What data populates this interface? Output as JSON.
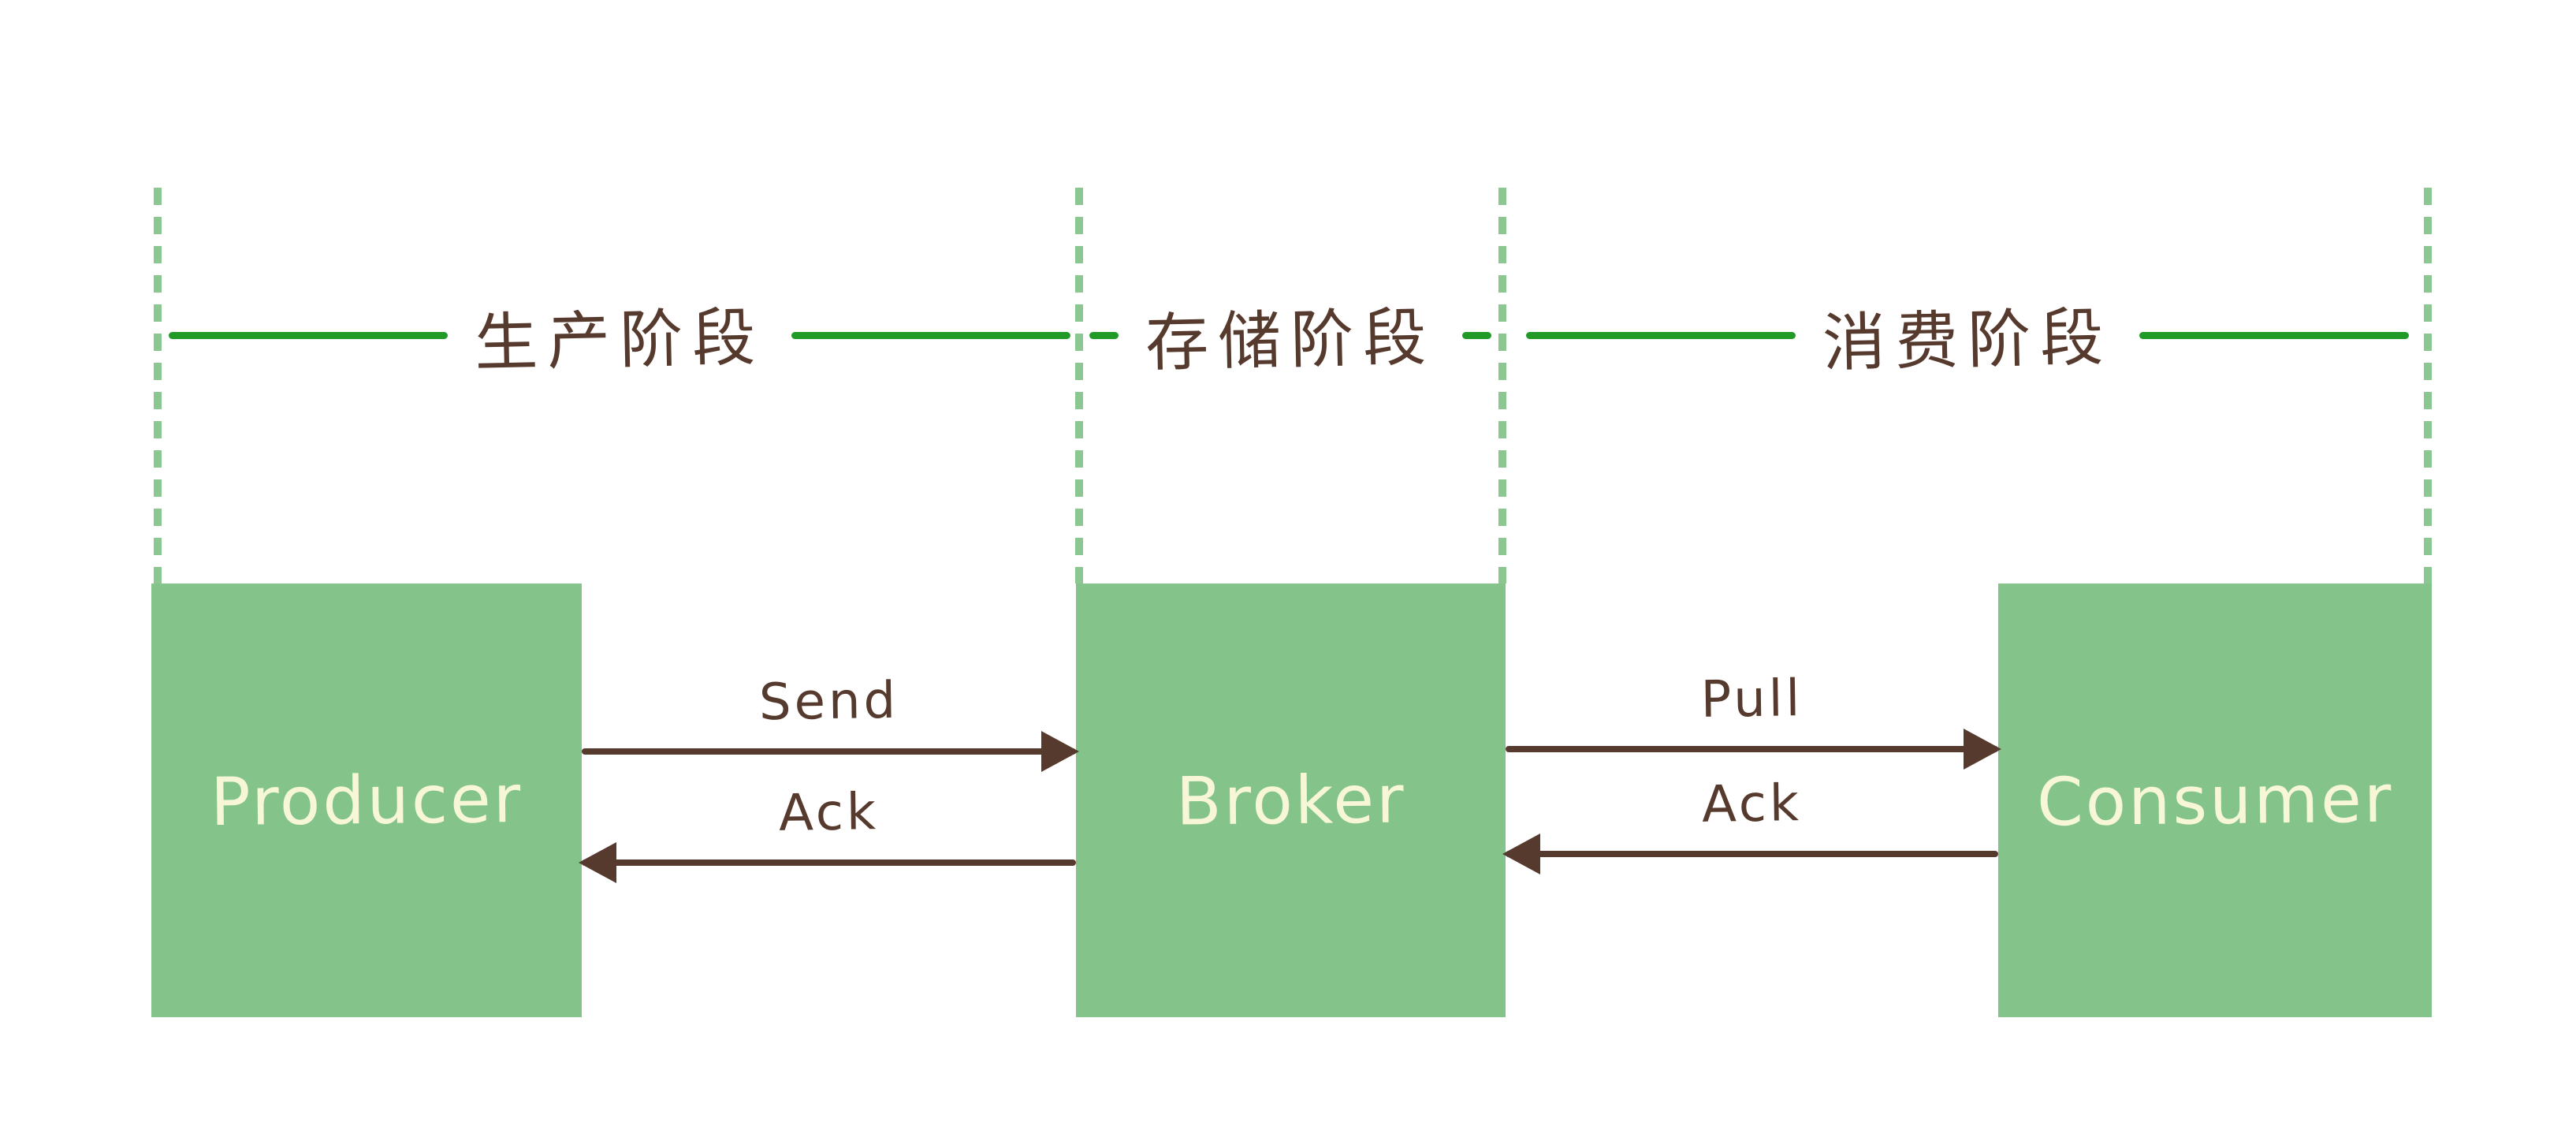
{
  "diagram": {
    "phases": [
      {
        "label": "生产阶段"
      },
      {
        "label": "存储阶段"
      },
      {
        "label": "消费阶段"
      }
    ],
    "nodes": [
      {
        "label": "Producer"
      },
      {
        "label": "Broker"
      },
      {
        "label": "Consumer"
      }
    ],
    "messages": [
      {
        "label": "Send",
        "direction": "right"
      },
      {
        "label": "Ack",
        "direction": "left"
      },
      {
        "label": "Pull",
        "direction": "right"
      },
      {
        "label": "Ack",
        "direction": "left"
      }
    ],
    "colors": {
      "node_fill": "#84c48b",
      "node_text": "#f7f7d8",
      "phase_line": "#219a28",
      "lifeline_dash": "#8cc690",
      "ink": "#573a2e"
    }
  }
}
